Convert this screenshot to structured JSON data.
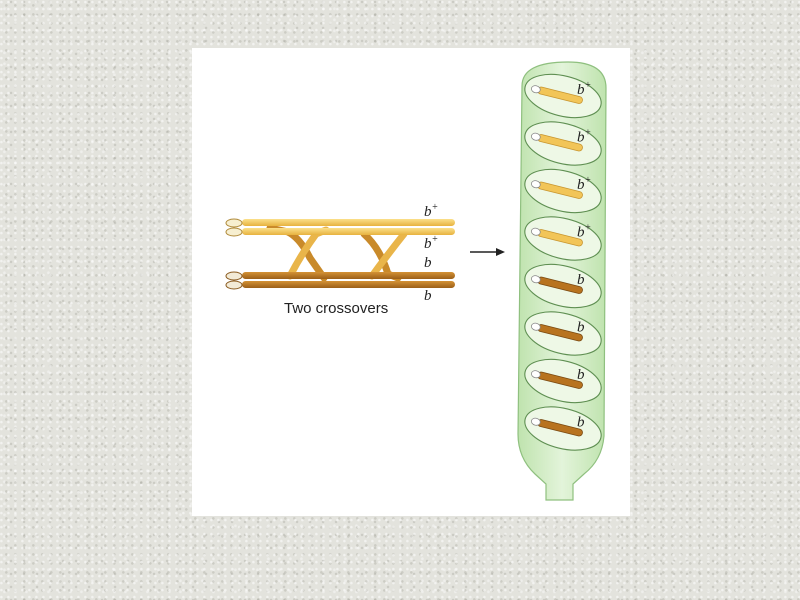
{
  "diagram": {
    "caption": "Two crossovers",
    "chromatid_labels": [
      {
        "base": "b",
        "sup": "+"
      },
      {
        "base": "b",
        "sup": "+"
      },
      {
        "base": "b",
        "sup": ""
      },
      {
        "base": "b",
        "sup": ""
      }
    ],
    "ascus_spores": [
      {
        "base": "b",
        "sup": "+"
      },
      {
        "base": "b",
        "sup": "+"
      },
      {
        "base": "b",
        "sup": "+"
      },
      {
        "base": "b",
        "sup": "+"
      },
      {
        "base": "b",
        "sup": ""
      },
      {
        "base": "b",
        "sup": ""
      },
      {
        "base": "b",
        "sup": ""
      },
      {
        "base": "b",
        "sup": ""
      }
    ],
    "colors": {
      "light_chromatid": "#f2c558",
      "dark_chromatid": "#b8731f",
      "ascus_fill": "#d3ecc6",
      "ascus_stroke": "#8fc07f",
      "spore_fill": "#eef8e6"
    }
  }
}
